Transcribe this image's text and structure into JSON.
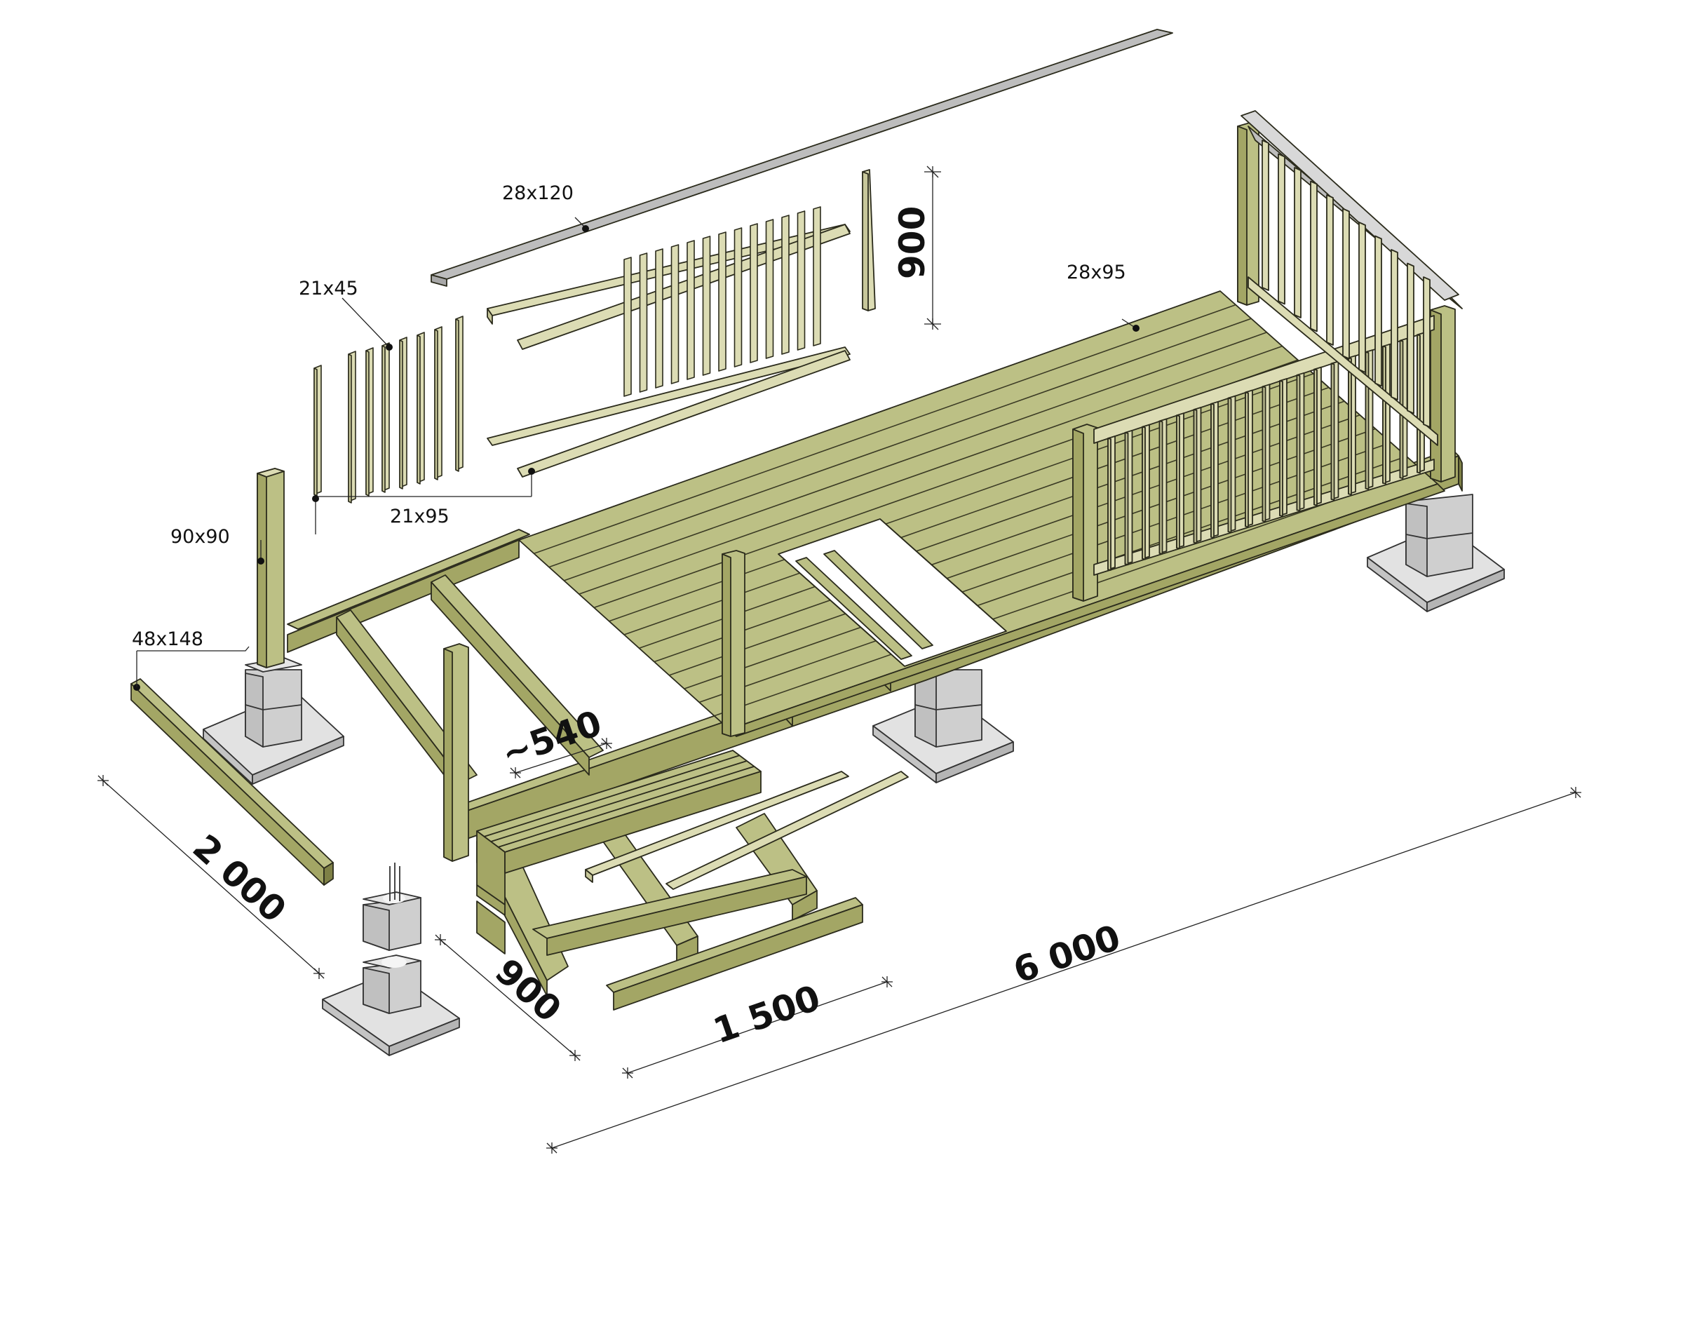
{
  "diagram": {
    "labels": {
      "cap_rail": "28x120",
      "baluster": "21x45",
      "rail": "21x95",
      "post": "90x90",
      "beam": "48x148",
      "decking": "28x95"
    },
    "dimensions": {
      "railing_height": "900",
      "depth": "2 000",
      "step_width": "900",
      "step_length": "1 500",
      "deck_length": "6 000",
      "post_spacing": "~540"
    }
  },
  "colors": {
    "wood_top": "#bcc085",
    "wood_side": "#a3a665",
    "wood_dark": "#7e8046",
    "wood_light": "#dcdcb4",
    "wood_light_side": "#c7c79a",
    "concrete_top": "#e2e2e2",
    "concrete_side": "#c4c4c4",
    "cap_gray": "#bdbdbd"
  }
}
